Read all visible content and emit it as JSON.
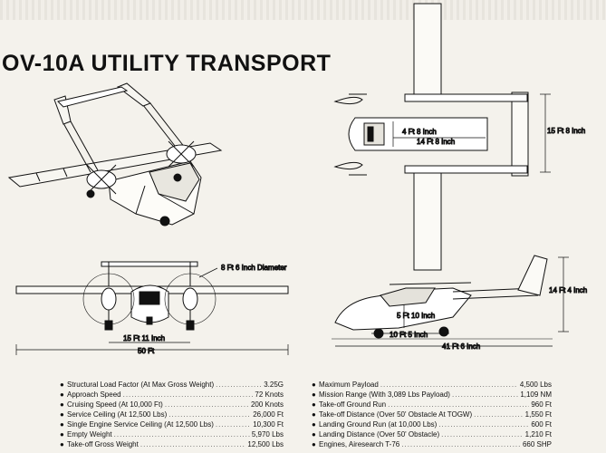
{
  "document": {
    "title": "OV-10A UTILITY TRANSPORT"
  },
  "dimensions": {
    "wingspan": "50 Ft",
    "prop_spacing": "15 Ft 11 Inch",
    "prop_diameter": "8 Ft 6 Inch Diameter",
    "cargo_width": "4 Ft 8 Inch",
    "cargo_length": "14 Ft 8 Inch",
    "tail_boom_span": "15 Ft 8 Inch",
    "height": "14 Ft 4 Inch",
    "overall_length": "41 Ft 6 Inch",
    "cabin_height": "5 Ft 10 Inch",
    "gear_track": "10 Ft 5 Inch"
  },
  "specs": {
    "left": [
      {
        "label": "Structural Load Factor (At Max Gross Weight)",
        "value": "3.25G"
      },
      {
        "label": "Approach Speed",
        "value": "72 Knots"
      },
      {
        "label": "Cruising Speed (At 10,000 Ft)",
        "value": "200 Knots"
      },
      {
        "label": "Service Ceiling (At 12,500 Lbs)",
        "value": "26,000 Ft"
      },
      {
        "label": "Single Engine Service Ceiling (At 12,500 Lbs)",
        "value": "10,300 Ft"
      },
      {
        "label": "Empty Weight",
        "value": "5,970 Lbs"
      },
      {
        "label": "Take-off Gross Weight",
        "value": "12,500 Lbs"
      }
    ],
    "right": [
      {
        "label": "Maximum Payload",
        "value": "4,500 Lbs"
      },
      {
        "label": "Mission Range (With 3,089 Lbs Payload)",
        "value": "1,109 NM"
      },
      {
        "label": "Take-off Ground Run",
        "value": "960 Ft"
      },
      {
        "label": "Take-off Distance (Over 50' Obstacle At TOGW)",
        "value": "1,550 Ft"
      },
      {
        "label": "Landing Ground Run (at 10,000 Lbs)",
        "value": "600 Ft"
      },
      {
        "label": "Landing Distance (Over 50' Obstacle)",
        "value": "1,210 Ft"
      },
      {
        "label": "Engines, Airesearch T-76",
        "value": "660 SHP"
      }
    ],
    "bullet": "●"
  }
}
